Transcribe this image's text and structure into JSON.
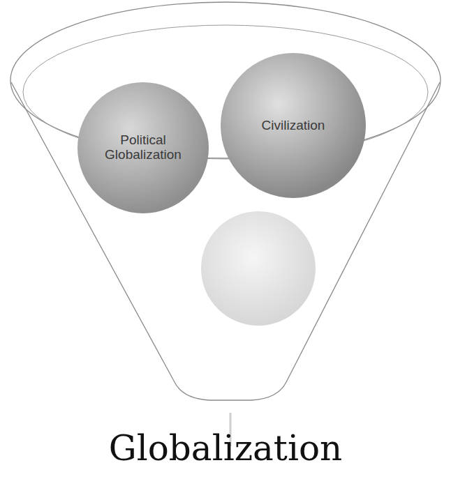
{
  "diagram": {
    "caption": "Globalization",
    "nodes": [
      {
        "text": [
          "Political Globalization"
        ]
      },
      {
        "text": [
          "Civilization"
        ]
      }
    ]
  }
}
